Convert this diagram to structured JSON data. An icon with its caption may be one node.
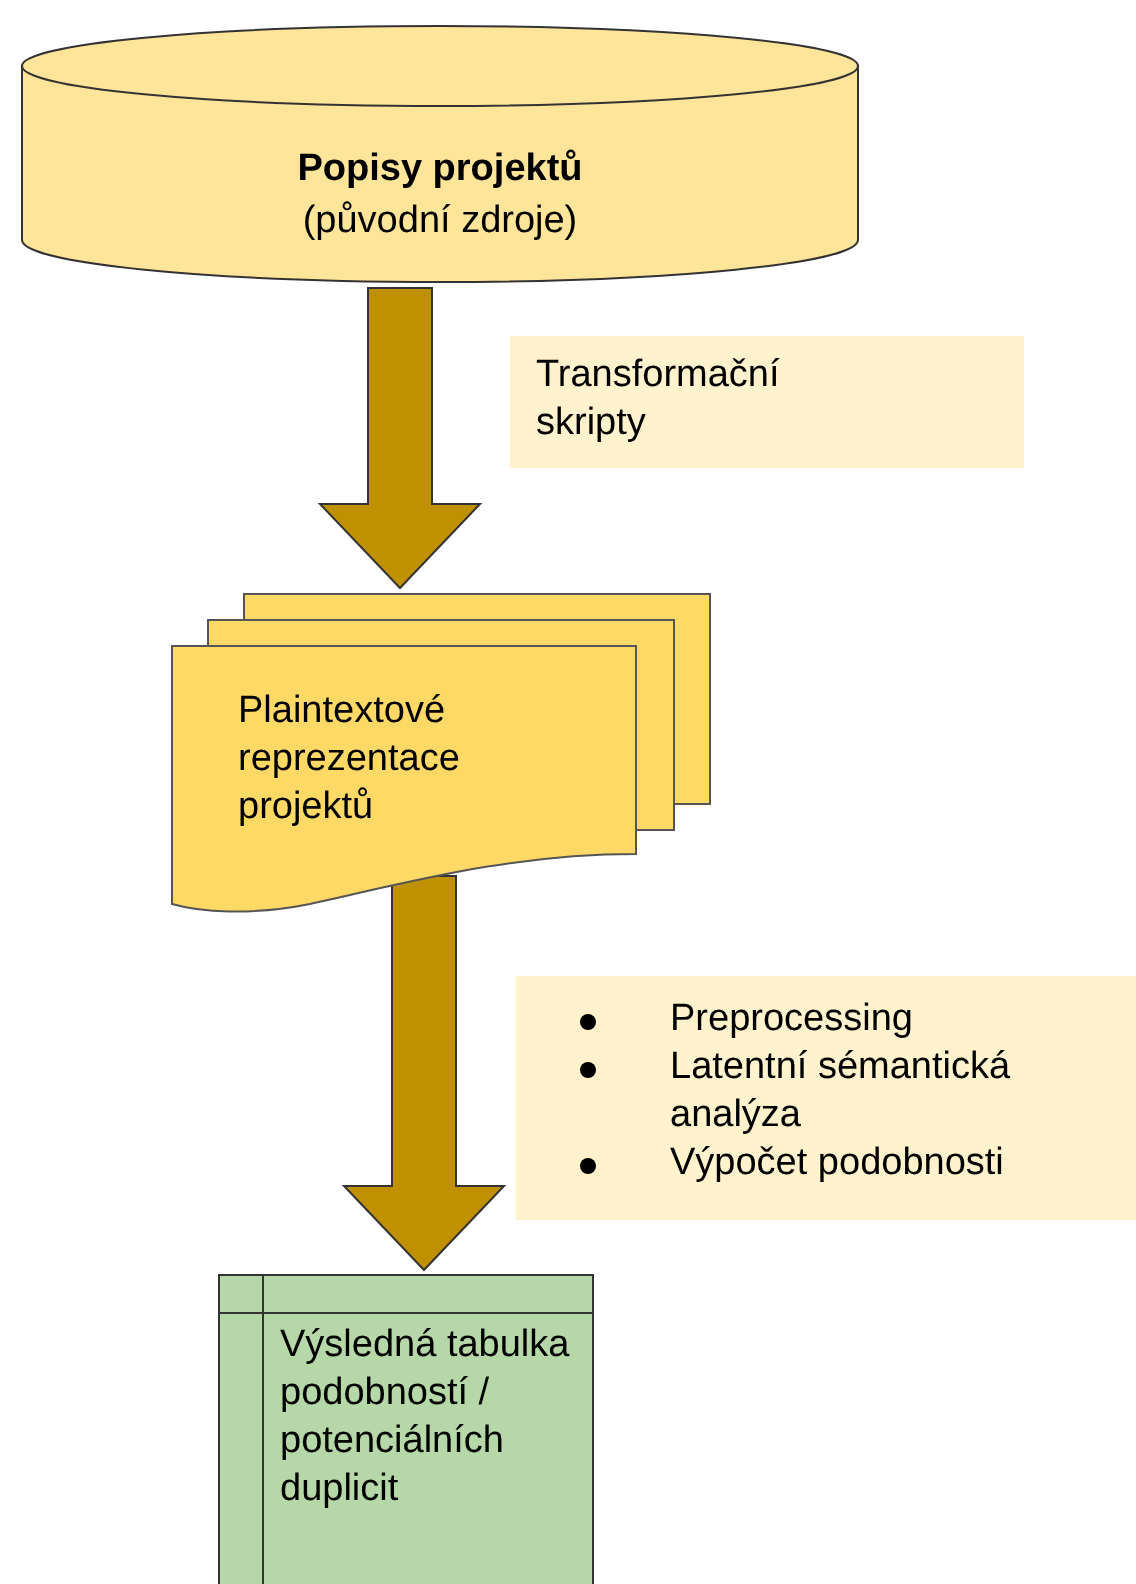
{
  "diagram": {
    "nodes": [
      {
        "text": [
          "Popisy projektů",
          "(původní zdroje)"
        ]
      },
      {
        "text": [
          "Transformační skripty"
        ]
      },
      {
        "text": [
          "Plaintextové reprezentace projektů"
        ]
      },
      {
        "text": [
          "Preprocessing",
          "Latentní sémantická analýza",
          "Výpočet podobnosti"
        ]
      },
      {
        "text": [
          "Výsledná tabulka podobností / potenciálních duplicit"
        ]
      }
    ],
    "edges": [
      {
        "from": 0,
        "to": 2,
        "arrow": "to",
        "style": "thick",
        "color": "#bf9000"
      },
      {
        "from": 2,
        "to": 4,
        "arrow": "to",
        "style": "thick",
        "color": "#bf9000"
      }
    ]
  }
}
